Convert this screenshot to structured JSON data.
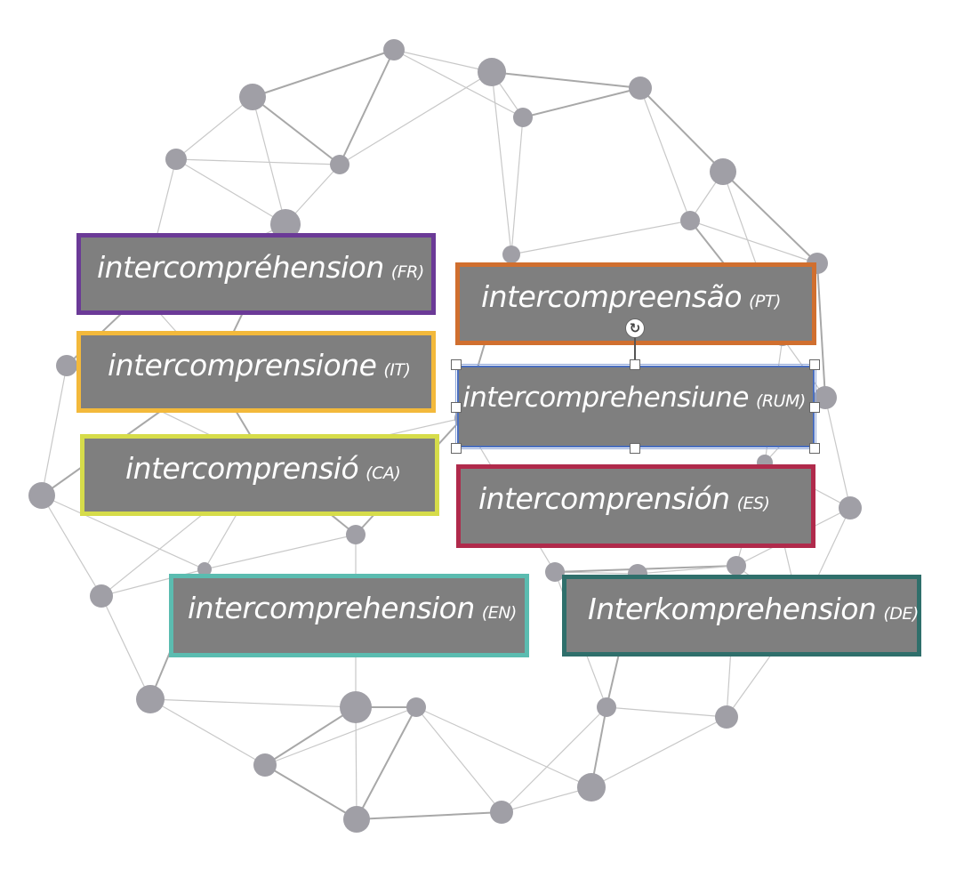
{
  "labels": [
    {
      "id": "fr",
      "word": "intercompréhension",
      "lang": "(FR)",
      "border": "#6b3a97"
    },
    {
      "id": "pt",
      "word": "intercompreensão",
      "lang": "(PT)",
      "border": "#d06f2f"
    },
    {
      "id": "it",
      "word": "intercomprensione",
      "lang": "(IT)",
      "border": "#f3b93b"
    },
    {
      "id": "rum",
      "word": "intercomprehensiune",
      "lang": "(RUM)",
      "border": "#4a6fc0",
      "selected": true
    },
    {
      "id": "ca",
      "word": "intercomprensió",
      "lang": "(CA)",
      "border": "#d6dc4a"
    },
    {
      "id": "es",
      "word": "intercomprensión",
      "lang": "(ES)",
      "border": "#b02a4b"
    },
    {
      "id": "en",
      "word": "intercomprehension",
      "lang": "(EN)",
      "border": "#5bbcb0"
    },
    {
      "id": "de",
      "word": "Interkomprehension",
      "lang": "(DE)",
      "border": "#2f6f6b"
    }
  ],
  "colors": {
    "box_fill": "#7f7f7f",
    "node": "#a09fa6",
    "edge": "#c8c8c8"
  },
  "icons": {
    "rotate": "rotate-handle-icon"
  }
}
